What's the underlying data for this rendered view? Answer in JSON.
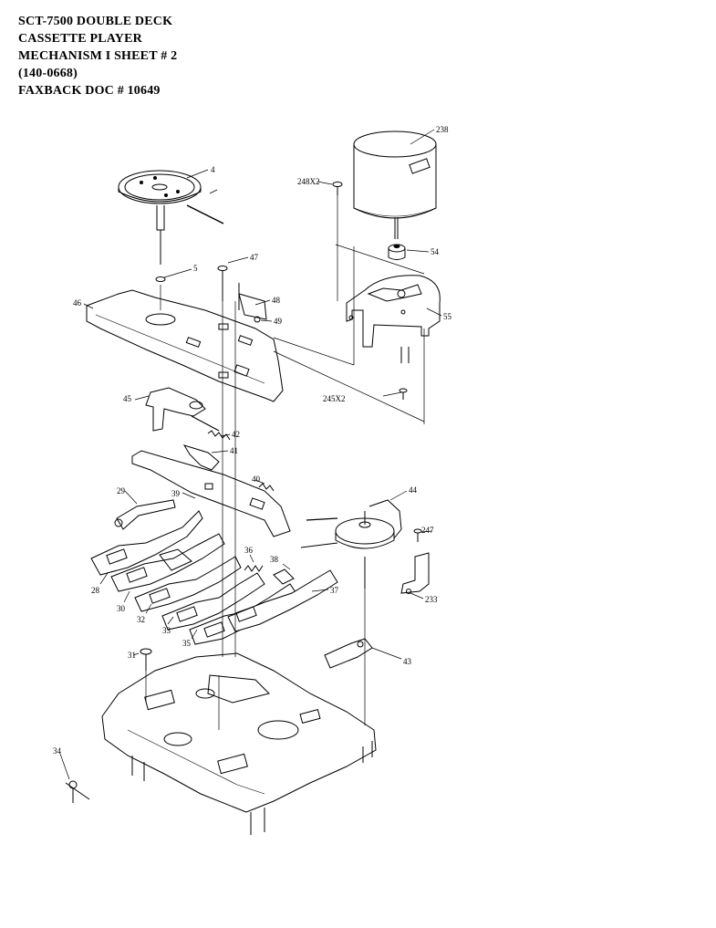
{
  "header": {
    "lines": [
      "SCT-7500  DOUBLE DECK",
      "CASSETTE PLAYER",
      "MECHANISM I  SHEET # 2",
      "(140-0668)",
      "FAXBACK DOC # 10649"
    ]
  },
  "callouts": [
    {
      "id": "c4",
      "text": "4"
    },
    {
      "id": "c238",
      "text": "238"
    },
    {
      "id": "c248x2",
      "text": "248X2"
    },
    {
      "id": "c47",
      "text": "47"
    },
    {
      "id": "c5",
      "text": "5"
    },
    {
      "id": "c54",
      "text": "54"
    },
    {
      "id": "c46",
      "text": "46"
    },
    {
      "id": "c48",
      "text": "48"
    },
    {
      "id": "c49",
      "text": "49"
    },
    {
      "id": "c55",
      "text": "55"
    },
    {
      "id": "c245x2",
      "text": "245X2"
    },
    {
      "id": "c45",
      "text": "45"
    },
    {
      "id": "c42",
      "text": "42"
    },
    {
      "id": "c41",
      "text": "41"
    },
    {
      "id": "c40",
      "text": "40"
    },
    {
      "id": "c29",
      "text": "29"
    },
    {
      "id": "c39",
      "text": "39"
    },
    {
      "id": "c44",
      "text": "44"
    },
    {
      "id": "c247",
      "text": "247"
    },
    {
      "id": "c36",
      "text": "36"
    },
    {
      "id": "c38",
      "text": "38"
    },
    {
      "id": "c28",
      "text": "28"
    },
    {
      "id": "c30",
      "text": "30"
    },
    {
      "id": "c32",
      "text": "32"
    },
    {
      "id": "c37",
      "text": "37"
    },
    {
      "id": "c233",
      "text": "233"
    },
    {
      "id": "c33",
      "text": "33"
    },
    {
      "id": "c35",
      "text": "35"
    },
    {
      "id": "c31",
      "text": "31"
    },
    {
      "id": "c43",
      "text": "43"
    },
    {
      "id": "c34",
      "text": "34"
    }
  ]
}
